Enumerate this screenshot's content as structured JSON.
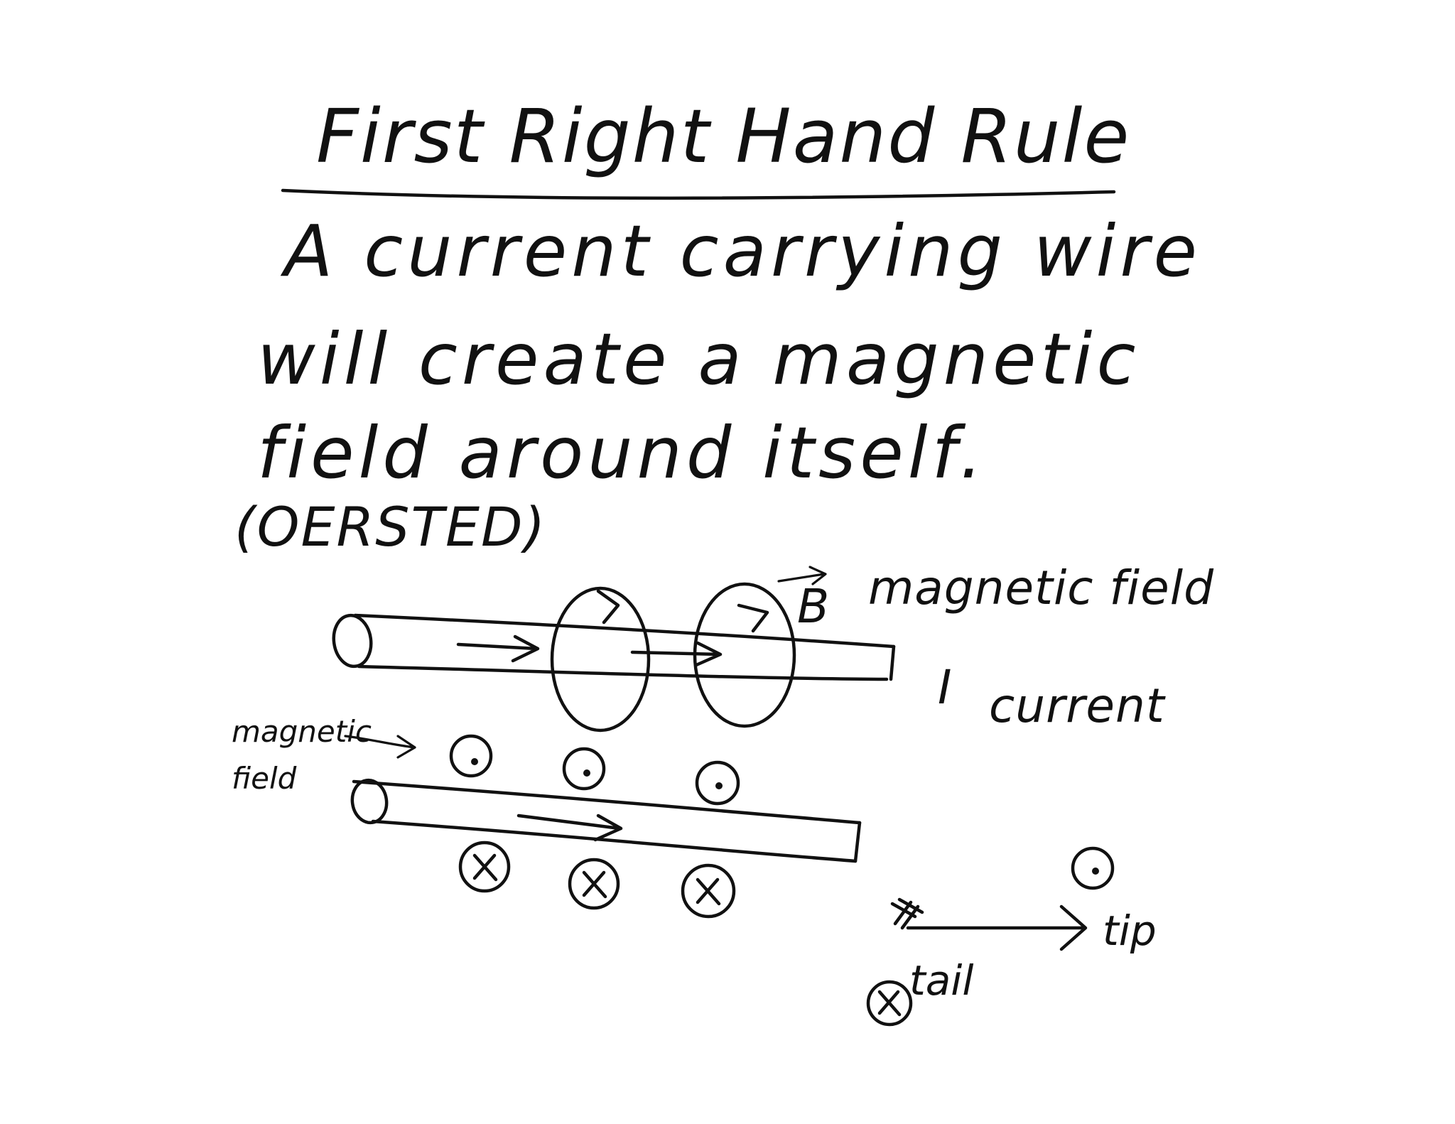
{
  "note": {
    "title": "First Right Hand Rule",
    "description_lines": [
      "A current carrying wire",
      "will create a magnetic",
      "field around itself."
    ],
    "attribution": "(OERSTED)"
  },
  "diagram_top": {
    "field_symbol": "B",
    "field_label": "magnetic field",
    "current_symbol": "I",
    "current_label": "current"
  },
  "diagram_bottom": {
    "side_label_line1": "magnetic",
    "side_label_line2": "field",
    "out_of_page_count": 3,
    "into_page_count": 3
  },
  "legend": {
    "tip_label": "tip",
    "tail_label": "tail"
  }
}
